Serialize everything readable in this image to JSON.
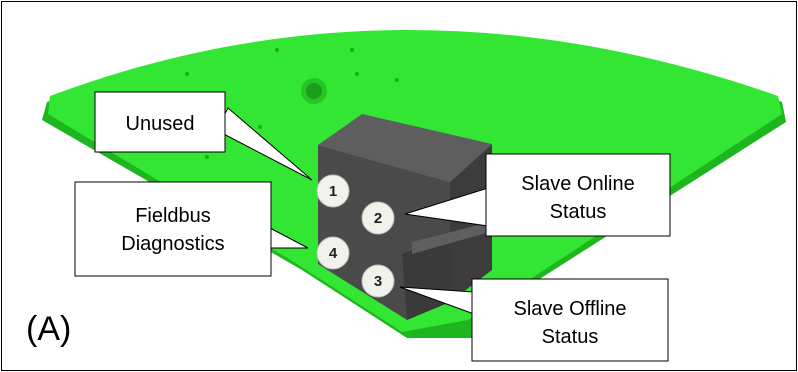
{
  "panel_label": "(A)",
  "leds": [
    {
      "number": "1"
    },
    {
      "number": "2"
    },
    {
      "number": "3"
    },
    {
      "number": "4"
    }
  ],
  "callouts": {
    "unused": {
      "lines": [
        "Unused"
      ]
    },
    "slave_online": {
      "lines": [
        "Slave Online",
        "Status"
      ]
    },
    "fieldbus_diagnostics": {
      "lines": [
        "Fieldbus",
        "Diagnostics"
      ]
    },
    "slave_offline": {
      "lines": [
        "Slave Offline",
        "Status"
      ]
    }
  },
  "colors": {
    "board": "#33e633",
    "board_edge": "#1fb51f",
    "module_top": "#5a5a5a",
    "module_front": "#474747",
    "led": "#f2f2ec"
  }
}
